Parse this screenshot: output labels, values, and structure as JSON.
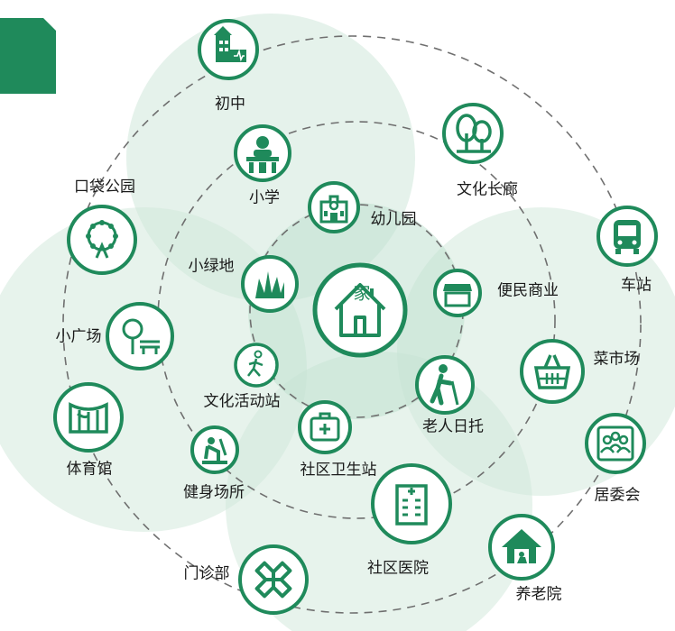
{
  "colors": {
    "primary": "#1f8a5b",
    "dark": "#136b45",
    "halo": "#cfe7da",
    "ring": "#6f6f6f"
  },
  "center": {
    "label": "家",
    "icon": "house-icon"
  },
  "nodes": [
    {
      "key": "chuzhong",
      "label": "初中",
      "icon": "middle-school-icon"
    },
    {
      "key": "xiaoxue",
      "label": "小学",
      "icon": "primary-school-icon"
    },
    {
      "key": "youeryuan",
      "label": "幼儿园",
      "icon": "kindergarten-icon"
    },
    {
      "key": "wenhuachanglang",
      "label": "文化长廊",
      "icon": "trees-icon"
    },
    {
      "key": "chezhan",
      "label": "车站",
      "icon": "bus-icon"
    },
    {
      "key": "bianmin",
      "label": "便民商业",
      "icon": "store-icon"
    },
    {
      "key": "caishichang",
      "label": "菜市场",
      "icon": "basket-icon"
    },
    {
      "key": "juweihui",
      "label": "居委会",
      "icon": "group-icon"
    },
    {
      "key": "laorenritou",
      "label": "老人日托",
      "icon": "elderly-icon"
    },
    {
      "key": "yanglaoyuan",
      "label": "养老院",
      "icon": "nursing-home-icon"
    },
    {
      "key": "shequyiyuan",
      "label": "社区医院",
      "icon": "hospital-icon"
    },
    {
      "key": "weishengzhan",
      "label": "社区卫生站",
      "icon": "first-aid-kit-icon"
    },
    {
      "key": "menzhenbu",
      "label": "门诊部",
      "icon": "medical-cross-icon"
    },
    {
      "key": "jianshen",
      "label": "健身场所",
      "icon": "fitness-icon"
    },
    {
      "key": "tiyuguan",
      "label": "体育馆",
      "icon": "stadium-icon"
    },
    {
      "key": "wenhuahuodong",
      "label": "文化活动站",
      "icon": "walker-icon"
    },
    {
      "key": "xiaoguangchang",
      "label": "小广场",
      "icon": "park-bench-icon"
    },
    {
      "key": "xiaolvdi",
      "label": "小绿地",
      "icon": "grass-icon"
    },
    {
      "key": "koudaigongyuan",
      "label": "口袋公园",
      "icon": "ferris-wheel-icon"
    }
  ]
}
